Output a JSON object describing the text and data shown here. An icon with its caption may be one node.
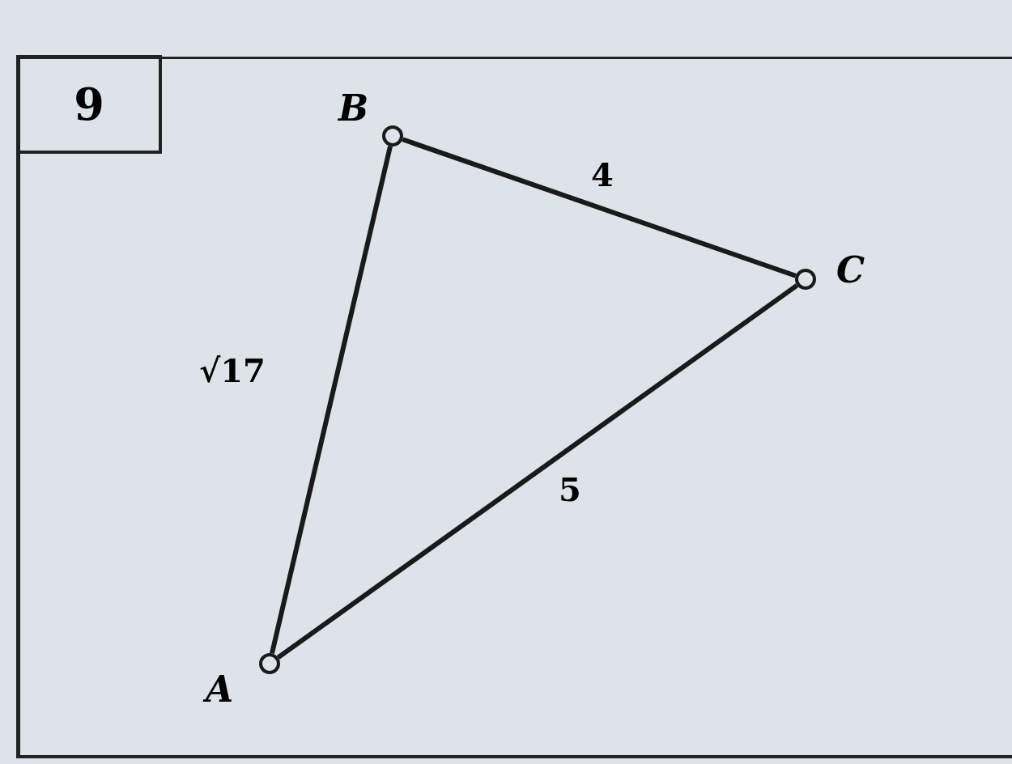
{
  "diagram": {
    "nodes": [
      {
        "text": [
          "9"
        ]
      },
      {
        "text": [],
        "shape": "circle",
        "beside": [
          "B"
        ]
      },
      {
        "text": [],
        "shape": "circle",
        "beside": [
          "C"
        ]
      },
      {
        "text": [],
        "shape": "circle",
        "beside": [
          "A"
        ]
      }
    ],
    "edges": [
      {
        "from": 1,
        "to": 2,
        "arrow": "none",
        "label": "4"
      },
      {
        "from": 2,
        "to": 3,
        "arrow": "none",
        "label": "5"
      },
      {
        "from": 3,
        "to": 1,
        "arrow": "none",
        "label": "√17"
      }
    ]
  }
}
